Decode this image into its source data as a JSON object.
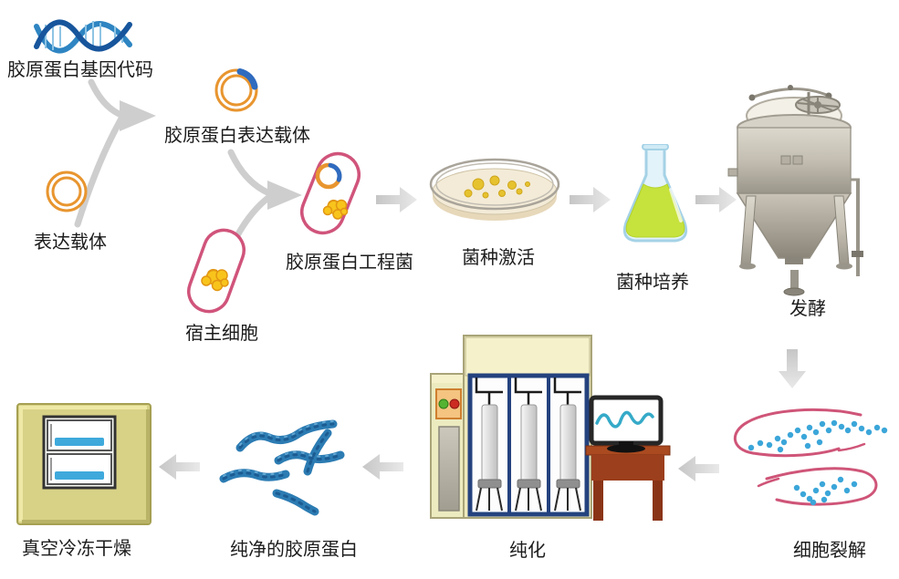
{
  "nodes": {
    "gene": {
      "label": "胶原蛋白基因代码",
      "icon": "dna-helix"
    },
    "vector": {
      "label": "表达载体",
      "icon": "plasmid-ring"
    },
    "expression_vector": {
      "label": "胶原蛋白表达载体",
      "icon": "plasmid-ring-with-blue-insert"
    },
    "host_cell": {
      "label": "宿主细胞",
      "icon": "bacterial-cell-with-protein"
    },
    "engineered_bacteria": {
      "label": "胶原蛋白工程菌",
      "icon": "bacterial-cell-with-plasmid-and-protein"
    },
    "strain_activation": {
      "label": "菌种激活",
      "icon": "petri-dish-with-colonies"
    },
    "strain_culture": {
      "label": "菌种培养",
      "icon": "erlenmeyer-flask-green-liquid"
    },
    "fermentation": {
      "label": "发酵",
      "icon": "conical-fermenter-tank"
    },
    "cell_lysis": {
      "label": "细胞裂解",
      "icon": "broken-cells-with-released-dots"
    },
    "purification": {
      "label": "纯化",
      "icon": "chromatography-system-with-computer"
    },
    "pure_collagen": {
      "label": "纯净的胶原蛋白",
      "icon": "blue-collagen-strands"
    },
    "freeze_drying": {
      "label": "真空冷冻干燥",
      "icon": "vacuum-freeze-dryer"
    }
  },
  "edges": [
    {
      "from": "gene",
      "to": "expression_vector",
      "type": "merge-arrow"
    },
    {
      "from": "vector",
      "to": "expression_vector",
      "type": "merge-arrow"
    },
    {
      "from": "expression_vector",
      "to": "engineered_bacteria",
      "type": "merge-arrow"
    },
    {
      "from": "host_cell",
      "to": "engineered_bacteria",
      "type": "merge-arrow"
    },
    {
      "from": "engineered_bacteria",
      "to": "strain_activation",
      "type": "arrow-right"
    },
    {
      "from": "strain_activation",
      "to": "strain_culture",
      "type": "arrow-right"
    },
    {
      "from": "strain_culture",
      "to": "fermentation",
      "type": "arrow-right"
    },
    {
      "from": "fermentation",
      "to": "cell_lysis",
      "type": "arrow-down"
    },
    {
      "from": "cell_lysis",
      "to": "purification",
      "type": "arrow-left"
    },
    {
      "from": "purification",
      "to": "pure_collagen",
      "type": "arrow-left"
    },
    {
      "from": "pure_collagen",
      "to": "freeze_drying",
      "type": "arrow-left"
    }
  ],
  "colors": {
    "dna_blue": "#2e85c2",
    "dna_dark_blue": "#17559c",
    "plasmid_orange": "#e8952f",
    "insert_blue": "#2f6bbf",
    "cell_membrane_pink": "#d0547b",
    "protein_yellow": "#f8c41c",
    "agar_cream": "#f3ebd7",
    "colony_yellow": "#e6c22f",
    "flask_glass_blue": "#cfeaf5",
    "flask_liquid_green": "#c6e23c",
    "arrow_gray": "#cecece",
    "fermenter_steel": "#b4afa2",
    "cabinet_cream": "#efeabd",
    "column_frame_blue": "#24427e",
    "desk_brown": "#a8451f",
    "waveform_teal": "#35aac8",
    "dryer_khaki": "#d8d287",
    "tray_strip_blue": "#3fa9dc",
    "lysate_dot_blue": "#3ba6d9",
    "collagen_blue": "#2c7cb3"
  }
}
